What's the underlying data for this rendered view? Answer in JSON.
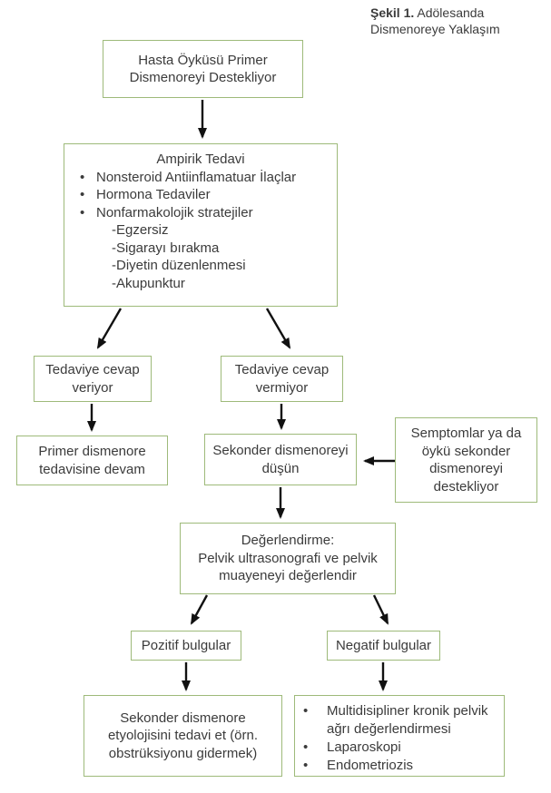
{
  "figure": {
    "caption_bold": "Şekil 1.",
    "caption_line1_rest": " Adölesanda",
    "caption_line2": "Dismenoreye Yaklaşım"
  },
  "colors": {
    "background": "#ffffff",
    "box_border": "#9eba7a",
    "text": "#3b3b3b",
    "arrow": "#111111"
  },
  "nodes": {
    "bullet_char": "•",
    "history": "Hasta Öyküsü Primer Dismenoreyi Destekliyor",
    "empiric_title": "Ampirik Tedavi",
    "empiric_bullets": [
      "Nonsteroid Antiinflamatuar İlaçlar",
      "Hormona Tedaviler",
      "Nonfarmakolojik stratejiler"
    ],
    "empiric_subitems": [
      "-Egzersiz",
      "-Sigarayı bırakma",
      "-Diyetin düzenlenmesi",
      "-Akupunktur"
    ],
    "responds": "Tedaviye cevap veriyor",
    "no_response": "Tedaviye cevap vermiyor",
    "primer_continue": "Primer dismenore tedavisine devam",
    "sekonder_consider": "Sekonder dismenoreyi düşün",
    "symptoms_support": "Semptomlar ya da öykü sekonder dismenoreyi destekliyor",
    "evaluation_line1": "Değerlendirme:",
    "evaluation_line2": "Pelvik ultrasonografi ve pelvik muayeneyi değerlendir",
    "positive": "Pozitif bulgular",
    "negative": "Negatif bulgular",
    "treat_secondary": "Sekonder dismenore etyolojisini tedavi et (örn. obstrüksiyonu gidermek)",
    "negative_bullets": [
      "Multidisipliner kronik pelvik ağrı değerlendirmesi",
      "Laparoskopi",
      "Endometriozis"
    ]
  }
}
